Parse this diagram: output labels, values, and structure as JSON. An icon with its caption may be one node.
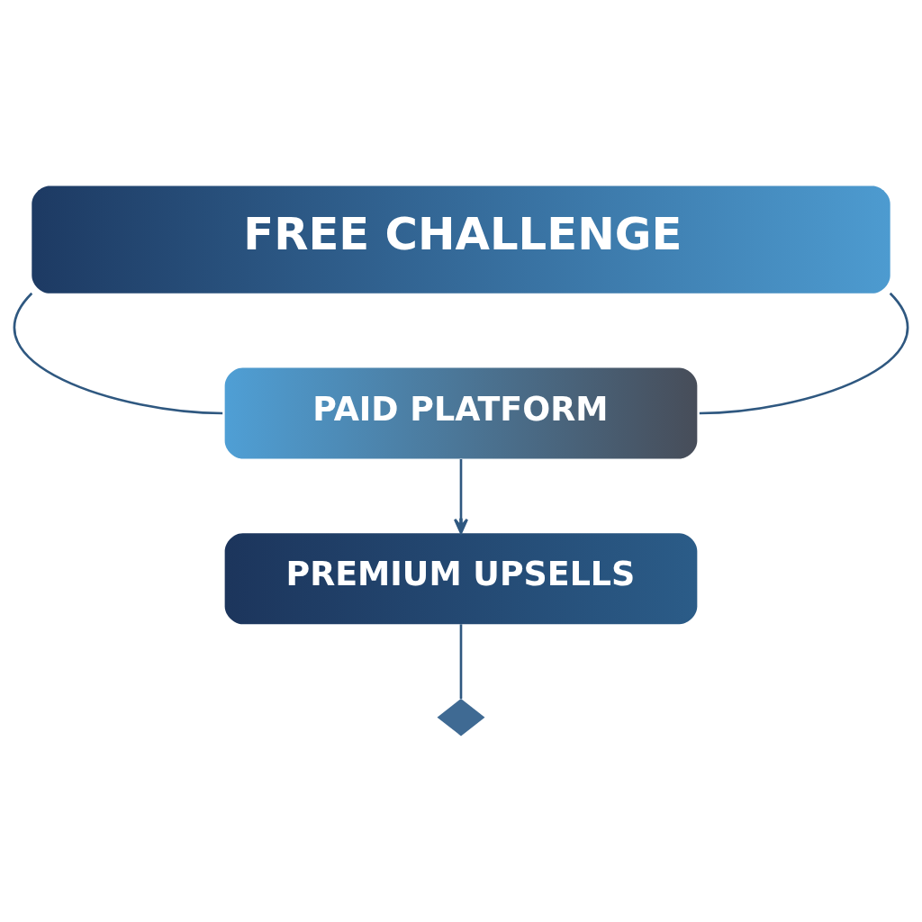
{
  "diagram": {
    "nodes": [
      {
        "text": [
          "FREE CHALLENGE"
        ]
      },
      {
        "text": [
          "PAID PLATFORM"
        ]
      },
      {
        "text": [
          "PREMIUM UPSELLS"
        ]
      },
      {
        "text": [],
        "shape": "diamond"
      }
    ],
    "edges": [
      {
        "from": 0,
        "to": 1,
        "arrow": "none"
      },
      {
        "from": 0,
        "to": 1,
        "arrow": "none"
      },
      {
        "from": 1,
        "to": 2,
        "arrow": "to"
      },
      {
        "from": 2,
        "to": 3,
        "arrow": "none"
      }
    ]
  }
}
